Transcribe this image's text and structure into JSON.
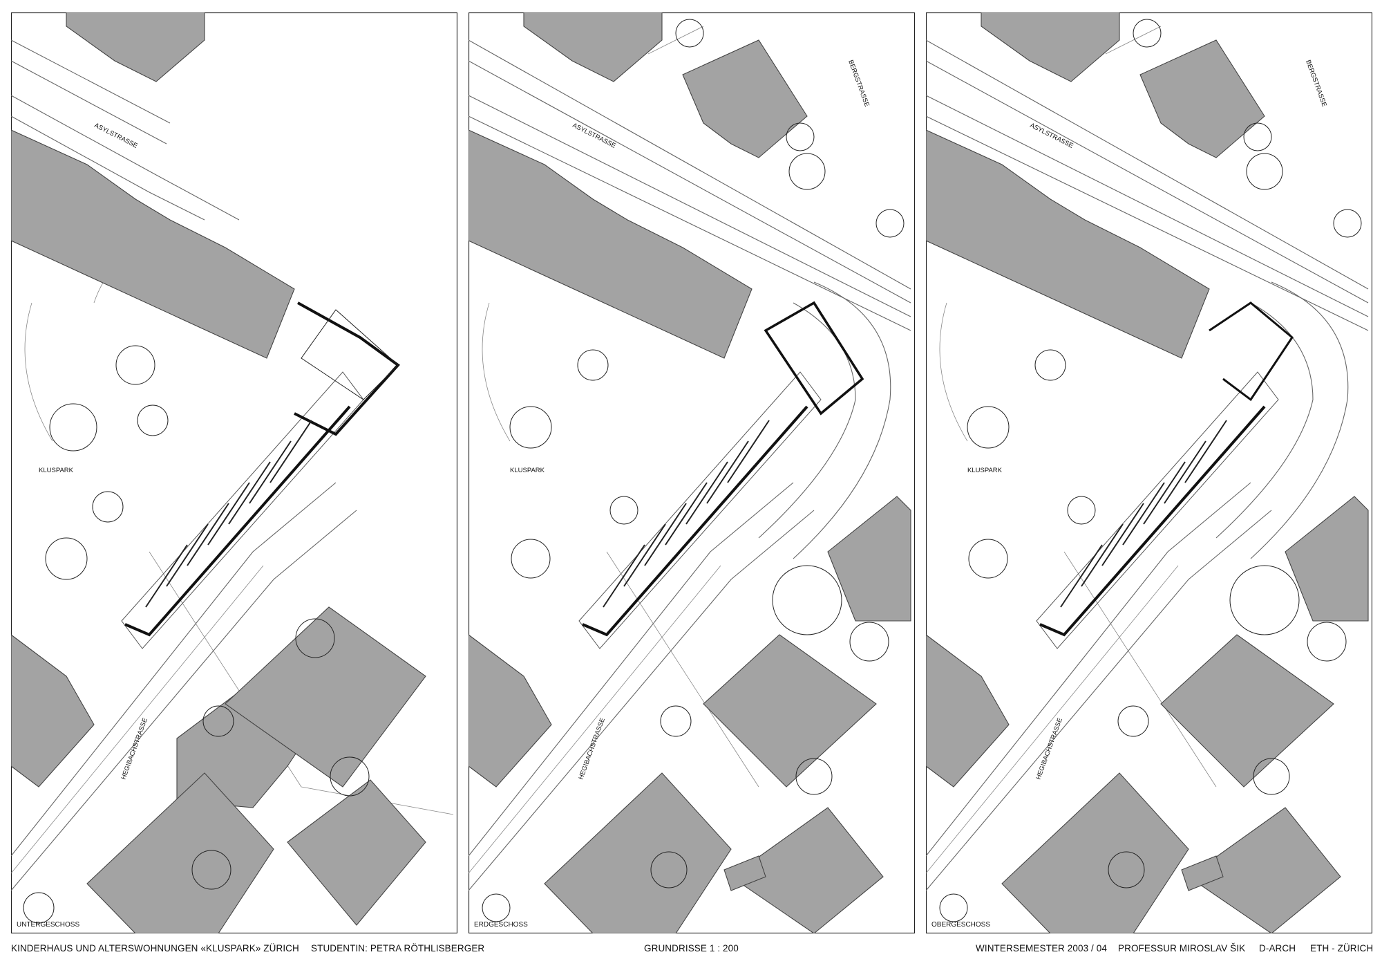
{
  "panels": [
    {
      "floor_label": "UNTERGESCHOSS",
      "street_asyl": "ASYLSTRASSE",
      "street_berg": "",
      "street_hegibach": "HEGIBACHSTRASSE",
      "park": "KLUSPARK"
    },
    {
      "floor_label": "ERDGESCHOSS",
      "street_asyl": "ASYLSTRASSE",
      "street_berg": "BERGSTRASSE",
      "street_hegibach": "HEGIBACHSTRASSE",
      "park": "KLUSPARK"
    },
    {
      "floor_label": "OBERGESCHOSS",
      "street_asyl": "ASYLSTRASSE",
      "street_berg": "BERGSTRASSE",
      "street_hegibach": "HEGIBACHSTRASSE",
      "park": "KLUSPARK"
    }
  ],
  "footer": {
    "project": "KINDERHAUS UND ALTERSWOHNUNGEN «KLUSPARK» ZÜRICH",
    "student": "STUDENTIN: PETRA RÖTHLISBERGER",
    "scale": "GRUNDRISSE 1 : 200",
    "semester": "WINTERSEMESTER 2003 / 04",
    "professor": "PROFESSUR MIROSLAV  ŠIK",
    "department": "D-ARCH",
    "school": "ETH - ZÜRICH"
  }
}
